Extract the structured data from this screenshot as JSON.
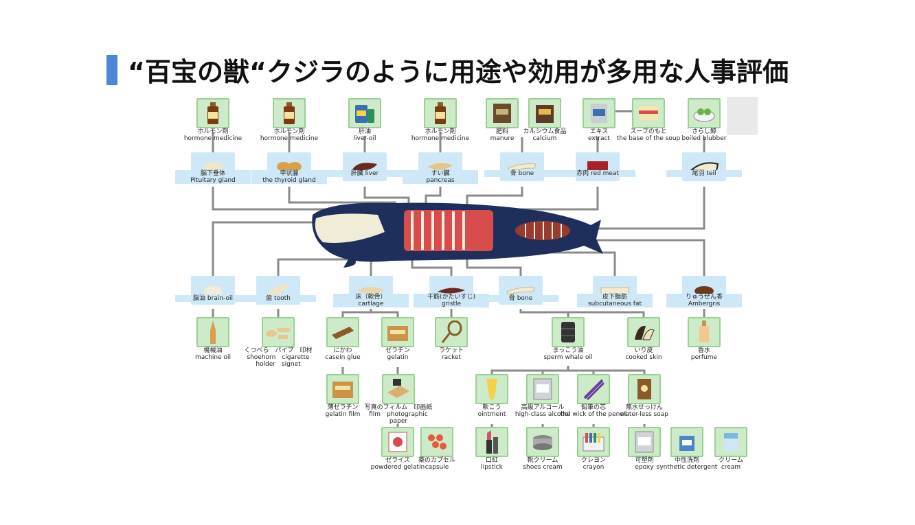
{
  "title": "“百宝の獣“クジラのように用途や効用が多用な人事評価",
  "colors": {
    "accent": "#4f86d9",
    "product_box": "#cdebc8",
    "part_box": "#cfe8f7",
    "line": "#8a8a8a",
    "whale": "#1f2f5c"
  },
  "top_products": [
    {
      "jp": "ホルモン剤",
      "en": "hormone medicine",
      "icon": "medicine-bottle-icon"
    },
    {
      "jp": "ホルモン剤",
      "en": "hormone medicine",
      "icon": "medicine-bottle-icon"
    },
    {
      "jp": "肝油",
      "en": "liver-oil",
      "icon": "oil-can-icon"
    },
    {
      "jp": "ホルモン剤",
      "en": "hormone medicine",
      "icon": "medicine-bottle-icon"
    },
    {
      "jp": "肥料",
      "en": "manure",
      "icon": "fertilizer-bag-icon"
    },
    {
      "jp": "カルシウム食品",
      "en": "calcium",
      "icon": "calcium-box-icon"
    },
    {
      "jp": "エキス",
      "en": "extract",
      "icon": "extract-can-icon"
    },
    {
      "jp": "スープのもと",
      "en": "the base of the soup",
      "icon": "soup-pack-icon"
    },
    {
      "jp": "さらし鯨",
      "en": "boiled blubber",
      "icon": "food-bowl-icon"
    }
  ],
  "top_parts": [
    {
      "jp": "脳下垂体",
      "en": "Pituitary gland"
    },
    {
      "jp": "甲状腺",
      "en": "the thyroid gland"
    },
    {
      "jp": "肝臓",
      "en": "liver"
    },
    {
      "jp": "すい臓",
      "en": "pancreas"
    },
    {
      "jp": "骨",
      "en": "bone"
    },
    {
      "jp": "赤肉",
      "en": "red meat"
    },
    {
      "jp": "尾羽",
      "en": "teil"
    }
  ],
  "bottom_parts": [
    {
      "jp": "脳油",
      "en": "brain-oil"
    },
    {
      "jp": "歯",
      "en": "tooth"
    },
    {
      "jp": "床（軟骨）",
      "en": "cartlage"
    },
    {
      "jp": "干筋(かたいすじ)",
      "en": "gristle"
    },
    {
      "jp": "骨",
      "en": "bone"
    },
    {
      "jp": "皮下脂肪",
      "en": "subcutaneous fat"
    },
    {
      "jp": "りゅうぜん香",
      "en": "Ambergris"
    }
  ],
  "row3": [
    {
      "jp": "機械油",
      "en": "machine oil",
      "icon": "oil-bottle-icon"
    },
    {
      "jp": "くつべら　パイプ　印材",
      "en": "shoehorn　cigarette holder　signet",
      "icon": "tooth-products-icon"
    },
    {
      "jp": "にかわ",
      "en": "casein glue",
      "icon": "glue-tray-icon"
    },
    {
      "jp": "ゼラチン",
      "en": "gelatin",
      "icon": "gelatin-box-icon"
    },
    {
      "jp": "ラケット",
      "en": "racket",
      "icon": "racket-icon"
    },
    {
      "jp": "まっこう油",
      "en": "sperm whale oil",
      "icon": "oil-drum-icon"
    },
    {
      "jp": "いり皮",
      "en": "cooked skin",
      "icon": "cooked-skin-icon"
    },
    {
      "jp": "香水",
      "en": "perfume",
      "icon": "perfume-bottle-icon"
    }
  ],
  "row4": [
    {
      "jp": "薄ゼラチン",
      "en": "gelatin film",
      "icon": "gelatin-box-icon"
    },
    {
      "jp": "写真のフィルム　印画紙",
      "en": "film　photographic paper",
      "icon": "film-box-icon"
    },
    {
      "jp": "軟こう",
      "en": "ointment",
      "icon": "ointment-tube-icon"
    },
    {
      "jp": "高級アルコール",
      "en": "high-class alcohol",
      "icon": "alcohol-can-icon"
    },
    {
      "jp": "鉛筆の芯",
      "en": "the wick of the pencil",
      "icon": "pencil-icon"
    },
    {
      "jp": "無水せっけん",
      "en": "water-less soap",
      "icon": "soap-box-icon"
    }
  ],
  "row5": [
    {
      "jp": "ゼライス",
      "en": "powdered gelatin",
      "icon": "gelatin-pack-icon"
    },
    {
      "jp": "薬のカプセル",
      "en": "capsule",
      "icon": "capsule-icon"
    },
    {
      "jp": "口紅",
      "en": "lipstick",
      "icon": "lipstick-icon"
    },
    {
      "jp": "靴クリーム",
      "en": "shoes cream",
      "icon": "shoe-cream-icon"
    },
    {
      "jp": "クレヨン",
      "en": "crayon",
      "icon": "crayon-icon"
    },
    {
      "jp": "可塑剤",
      "en": "epoxy",
      "icon": "epoxy-can-icon"
    },
    {
      "jp": "中性洗剤",
      "en": "synthetic detergent",
      "icon": "detergent-icon"
    },
    {
      "jp": "クリーム",
      "en": "cream",
      "icon": "cream-jar-icon"
    }
  ]
}
